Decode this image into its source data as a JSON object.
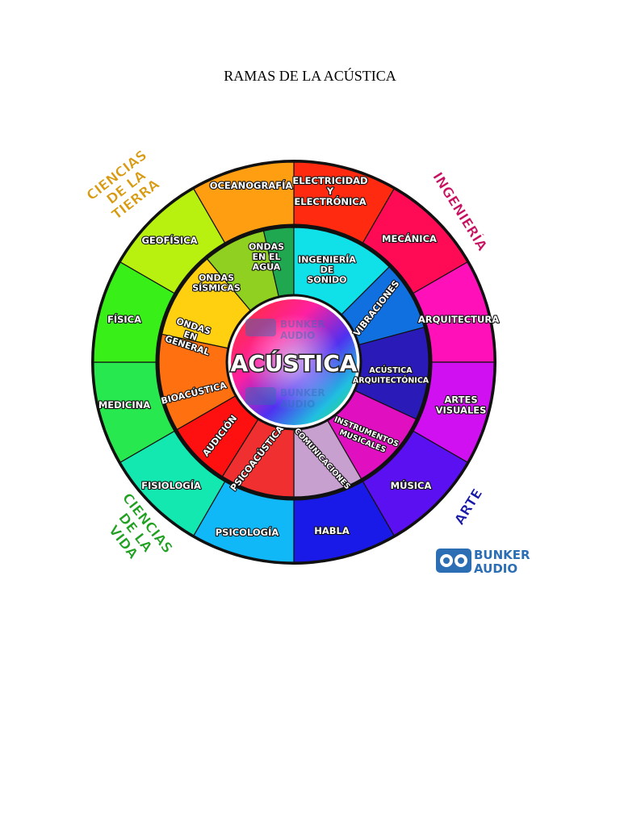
{
  "title": "RAMAS DE LA ACÚSTICA",
  "center": "ACÚSTICA",
  "outer_ring": [
    {
      "label": "OCEANOGRAFÍA",
      "color": "#ff2a10"
    },
    {
      "label": "ELECTRICIDAD Y ELECTRÓNICA",
      "color": "#ff0a55"
    },
    {
      "label": "MECÁNICA",
      "color": "#ff10b8"
    },
    {
      "label": "ARQUITECTURA",
      "color": "#d010f0"
    },
    {
      "label": "ARTES VISUALES",
      "color": "#5a10f0"
    },
    {
      "label": "MÚSICA",
      "color": "#1a1ae8"
    },
    {
      "label": "HABLA",
      "color": "#10b8f8"
    },
    {
      "label": "PSICOLOGÍA",
      "color": "#12e8b0"
    },
    {
      "label": "FISIOLOGÍA",
      "color": "#28e850"
    },
    {
      "label": "MEDICINA",
      "color": "#38f018"
    },
    {
      "label": "FÍSICA",
      "color": "#b8f010"
    },
    {
      "label": "GEOFÍSICA",
      "color": "#ff9e10"
    }
  ],
  "inner_ring": [
    {
      "label": "ONDAS EN EL AGUA",
      "color": "#20a850"
    },
    {
      "label": "INGENIERÍA DE SONIDO",
      "color": "#10e0e8"
    },
    {
      "label": "VIBRACIONES",
      "color": "#1070e0"
    },
    {
      "label": "ACÚSTICA ARQUITECTÓNICA",
      "color": "#2a1ab8"
    },
    {
      "label": "INSTRUMENTOS MUSICALES",
      "color": "#e010c0"
    },
    {
      "label": "COMUNICACIONES",
      "color": "#c8a0d0"
    },
    {
      "label": "PSICOACÚSTICA",
      "color": "#f03030"
    },
    {
      "label": "AUDICIÓN",
      "color": "#ff1010"
    },
    {
      "label": "BIOACÚSTICA",
      "color": "#ff7010"
    },
    {
      "label": "ONDAS EN GENERAL",
      "color": "#ffd010"
    },
    {
      "label": "ONDAS SÍSMICAS",
      "color": "#90d020"
    }
  ],
  "categories": [
    {
      "label": "CIENCIAS DE LA TIERRA",
      "color": "#d89a10"
    },
    {
      "label": "INGENIERÍA",
      "color": "#c81060"
    },
    {
      "label": "CIENCIAS DE LA VIDA",
      "color": "#20a020"
    },
    {
      "label": "ARTE",
      "color": "#1818a8"
    }
  ],
  "brand": {
    "line1": "BUNKER",
    "line2": "AUDIO",
    "color": "#2c6eb4"
  }
}
